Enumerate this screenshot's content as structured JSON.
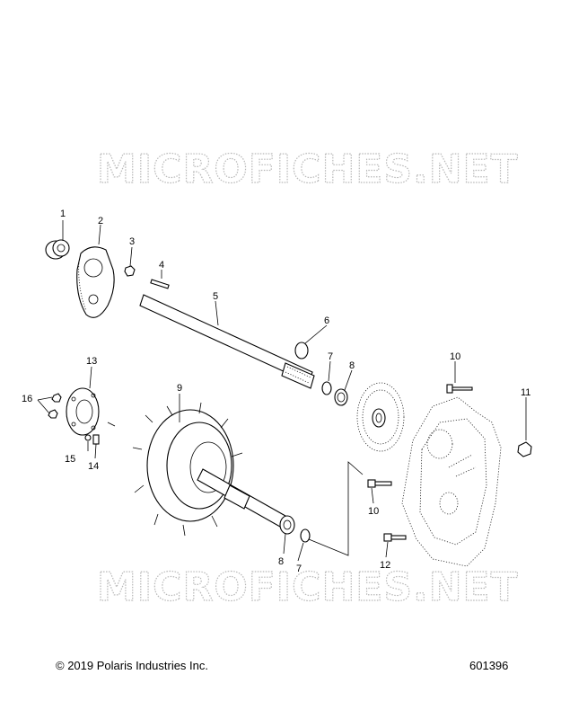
{
  "watermark": "MICROFICHES.NET",
  "callouts": [
    {
      "id": "c1",
      "label": "1"
    },
    {
      "id": "c2",
      "label": "2"
    },
    {
      "id": "c3",
      "label": "3"
    },
    {
      "id": "c4",
      "label": "4"
    },
    {
      "id": "c5",
      "label": "5"
    },
    {
      "id": "c6",
      "label": "6"
    },
    {
      "id": "c7a",
      "label": "7"
    },
    {
      "id": "c8a",
      "label": "8"
    },
    {
      "id": "c9",
      "label": "9"
    },
    {
      "id": "c10a",
      "label": "10"
    },
    {
      "id": "c11",
      "label": "11"
    },
    {
      "id": "c13",
      "label": "13"
    },
    {
      "id": "c16",
      "label": "16"
    },
    {
      "id": "c15",
      "label": "15"
    },
    {
      "id": "c14",
      "label": "14"
    },
    {
      "id": "c10b",
      "label": "10"
    },
    {
      "id": "c8b",
      "label": "8"
    },
    {
      "id": "c7b",
      "label": "7"
    },
    {
      "id": "c12",
      "label": "12"
    }
  ],
  "footer": {
    "copyright": "© 2019 Polaris Industries Inc.",
    "doc_number": "601396"
  }
}
